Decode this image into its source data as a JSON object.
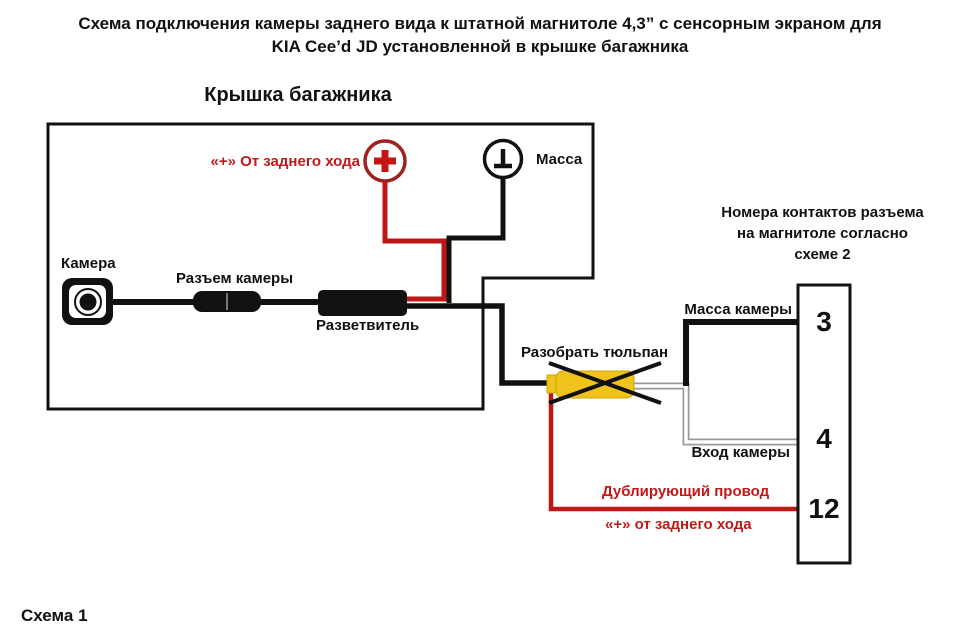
{
  "title": {
    "lines": [
      "Схема подключения камеры заднего вида к штатной магнитоле 4,3” с сенсорным экраном для",
      "KIA Cee’d JD установленной в крышке багажника"
    ]
  },
  "trunk_lid": {
    "heading": "Крышка багажника",
    "reverse_plus_label": "«+» От заднего хода",
    "ground_label": "Масса",
    "camera_label": "Камера",
    "camera_connector_label": "Разъем камеры",
    "splitter_label": "Разветвитель"
  },
  "tulip": {
    "label": "Разобрать тюльпан"
  },
  "head_unit": {
    "note_lines": [
      "Номера контактов разъема",
      "на магнитоле согласно",
      "схеме 2"
    ],
    "camera_ground_label": "Масса камеры",
    "camera_input_label": "Вход камеры",
    "pins": [
      "3",
      "4",
      "12"
    ]
  },
  "duplicate_wire": {
    "label": "Дублирующий провод",
    "sublabel": "«+» от заднего хода"
  },
  "footer": "Схема 1",
  "colors": {
    "wire_black": "#111111",
    "wire_red": "#bf1616",
    "circle_red": "#9e2121",
    "plus_red": "#c41414",
    "tulip_yellow": "#efc31c",
    "tulip_edge": "#caa50b",
    "wire_gray": "#9a9a9a"
  }
}
